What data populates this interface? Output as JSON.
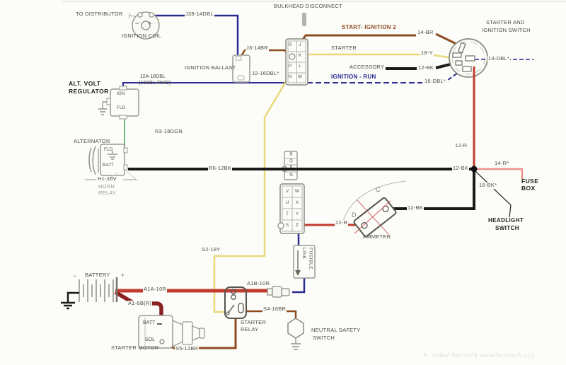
{
  "labels": {
    "to_distributor": "TO DISTRIBUTOR",
    "coil_minus": "−",
    "coil_plus": "+",
    "ignition_coil": "IGNITION COIL",
    "j28_14dbl": "J28-14DBL",
    "bulkhead_disconnect": "BULKHEAD DISCONNECT",
    "start_ignition_2": "START- IGNITION 2",
    "wire_14br": "14-BR",
    "starter_and": "STARTER AND",
    "ignition_switch": "IGNITION SWITCH",
    "j3_14br": "J3-14BR",
    "ignition_ballast": "IGNITION BALLAST",
    "starter": "STARTER",
    "wire_18y": "18-Y",
    "accessory": "ACCESSORY",
    "wire_12bk_accessory": "12-BK",
    "ignition_run": "IGNITION - RUN",
    "wire_16dbl": "16-DBL*",
    "wire_13dbl": "13-DBL*",
    "j2_16dbl": "J2-16DBL*",
    "alt_volt_line1": "ALT. VOLT",
    "alt_volt_line2": "REGULATOR",
    "j2a_line1": "J2A-18DBL",
    "j2a_line2": "(16DBL-RWO)",
    "reg_ign": "IGN",
    "reg_fld": "FLD",
    "r3_18dgn": "R3-18DGN",
    "alternator": "ALTERNATOR",
    "alt_fld": "FLD",
    "alt_batt": "BATT",
    "h1_16v": "H1-16V",
    "horn": "HORN",
    "horn_relay": "RELAY",
    "r6_12bk": "R6-12BK",
    "wire_12r": "12-R",
    "wire_12bk_junction": "12-BK",
    "wire_14r": "14-R*",
    "fuse": "FUSE",
    "box": "BOX",
    "wire_16bk": "16-BK*",
    "headlight": "HEADLIGHT",
    "headlight_switch": "SWITCH",
    "ammeter_c": "C",
    "ammeter_d": "D",
    "wire_12bk_ammeter": "12-BK",
    "wire_12r_ammeter": "12-R",
    "ammeter": "AMMETER",
    "s2_18y": "S2-18Y",
    "fusible": "FUSIBLE",
    "link": "LINK",
    "a1b_10r": "A1B-10R",
    "battery_minus": "−",
    "battery": "BATTERY",
    "battery_plus": "+",
    "a1a_10r": "A1A-10R",
    "a1_6b_r": "A1-6B(R)",
    "sm_batt": "BATT",
    "sm_sol": "SOL",
    "starter_motor": "STARTER MOTOR",
    "s5_12br": "S5-12BR",
    "starter_relay_line1": "STARTER",
    "starter_relay_line2": "RELAY",
    "s4_16br": "S4-16BR",
    "neutral_safety_line1": "NEUTRAL SAFETY",
    "neutral_safety_line2": "SWITCH",
    "signature": "R. Gabel Dec2018   www.hamtech.org"
  },
  "connectors": {
    "bulkhead_connector": {
      "cells": [
        "R",
        "J",
        "K",
        "P",
        "L",
        "N",
        "M"
      ]
    },
    "inline_connector": {
      "cells": [
        "R",
        "Q",
        "P",
        "N"
      ]
    },
    "lower_connector": {
      "cells": [
        "V",
        "W",
        "U",
        "X",
        "T",
        "Y",
        "S",
        "Z"
      ]
    }
  },
  "wire_colors": {
    "dark_blue": "#2b2b96",
    "brown": "#8d4c20",
    "yellow": "#e9d87c",
    "dark_green": "#58a86a",
    "black": "#1a1a1a",
    "red": "#c23b2e",
    "dark_red": "#8b2020",
    "pink_red": "#ef8f8f"
  }
}
